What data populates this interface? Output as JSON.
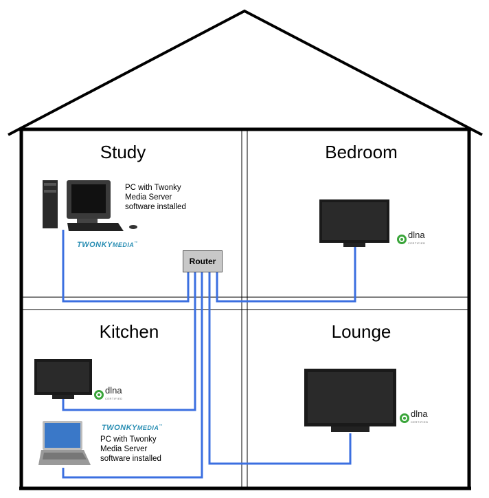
{
  "rooms": {
    "study": "Study",
    "bedroom": "Bedroom",
    "kitchen": "Kitchen",
    "lounge": "Lounge"
  },
  "router_label": "Router",
  "study_pc_caption": [
    "PC with Twonky",
    "Media Server",
    "software installed"
  ],
  "kitchen_laptop_caption": [
    "PC with Twonky",
    "Media Server",
    "software installed"
  ],
  "twonky_logo_text": "TWONKY",
  "twonky_logo_sub": "MEDIA",
  "dlna_text": "dlna",
  "dlna_sub": "CERTIFIED",
  "colors": {
    "cable": "#3b6fe0",
    "walls": "#000000",
    "router_fill": "#c8c8c8",
    "dlna_green": "#3aa53a",
    "twonky_blue": "#2b8fb4"
  }
}
